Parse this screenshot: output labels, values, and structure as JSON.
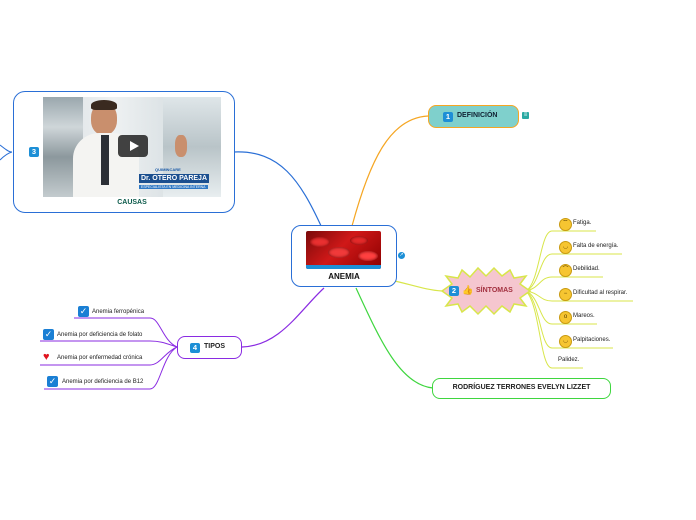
{
  "central": {
    "title": "ANEMIA"
  },
  "definicion": {
    "number": "1",
    "label": "DEFINICIÓN"
  },
  "sintomas": {
    "number": "2",
    "label": "SÍNTOMAS",
    "items": [
      "Fatiga.",
      "Falta de energía.",
      "Debilidad.",
      "Dificultad al respirar.",
      "Mareos.",
      "Palpitaciones.",
      "Palidez."
    ]
  },
  "causas": {
    "number": "3",
    "label": "CAUSAS",
    "video_overlay": {
      "brand": "QUIMINCARE",
      "doctor": "Dr. OTERO PAREJA",
      "subtitle": "ESPECIALISTA EN MEDICINA INTERNA"
    }
  },
  "tipos": {
    "number": "4",
    "label": "TIPOS",
    "items": [
      "Anemia ferropénica",
      "Anemia por deficiencia de folato",
      "Anemia por enfermedad crónica",
      "Anemia por deficiencia de B12"
    ]
  },
  "autor": {
    "label": "RODRÍGUEZ TERRONES EVELYN LIZZET"
  },
  "colors": {
    "blue": "#2a6fd6",
    "orange": "#f5a623",
    "yellow_green": "#d8e64a",
    "green": "#3fd63f",
    "purple": "#8a2be2",
    "teal_fill": "#7fd0cc",
    "star_fill": "#f5c6cf"
  },
  "icons": {
    "definicion_note": "notes-icon",
    "central_link": "link-icon",
    "causas_play": "play-icon",
    "sintomas_thumb": "thumbs-up-icon",
    "tipos_check": "checkbox-icon",
    "tipos_heart": "heart-icon"
  }
}
